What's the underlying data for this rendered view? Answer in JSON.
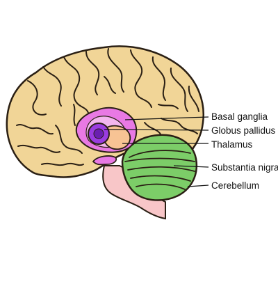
{
  "labels": {
    "basal_ganglia": "Basal ganglia",
    "globus_pallidus": "Globus pallidus",
    "thalamus": "Thalamus",
    "substantia_nigra": "Substantia nigra",
    "cerebellum": "Cerebellum"
  },
  "colors": {
    "cortex": "#f1d597",
    "outline": "#2a1f14",
    "basal_ganglia": "#e879e4",
    "globus_pallidus": "#9a3ce0",
    "thalamus": "#f7c394",
    "cerebellum": "#7ccd68",
    "brainstem": "#f8c6c8"
  }
}
